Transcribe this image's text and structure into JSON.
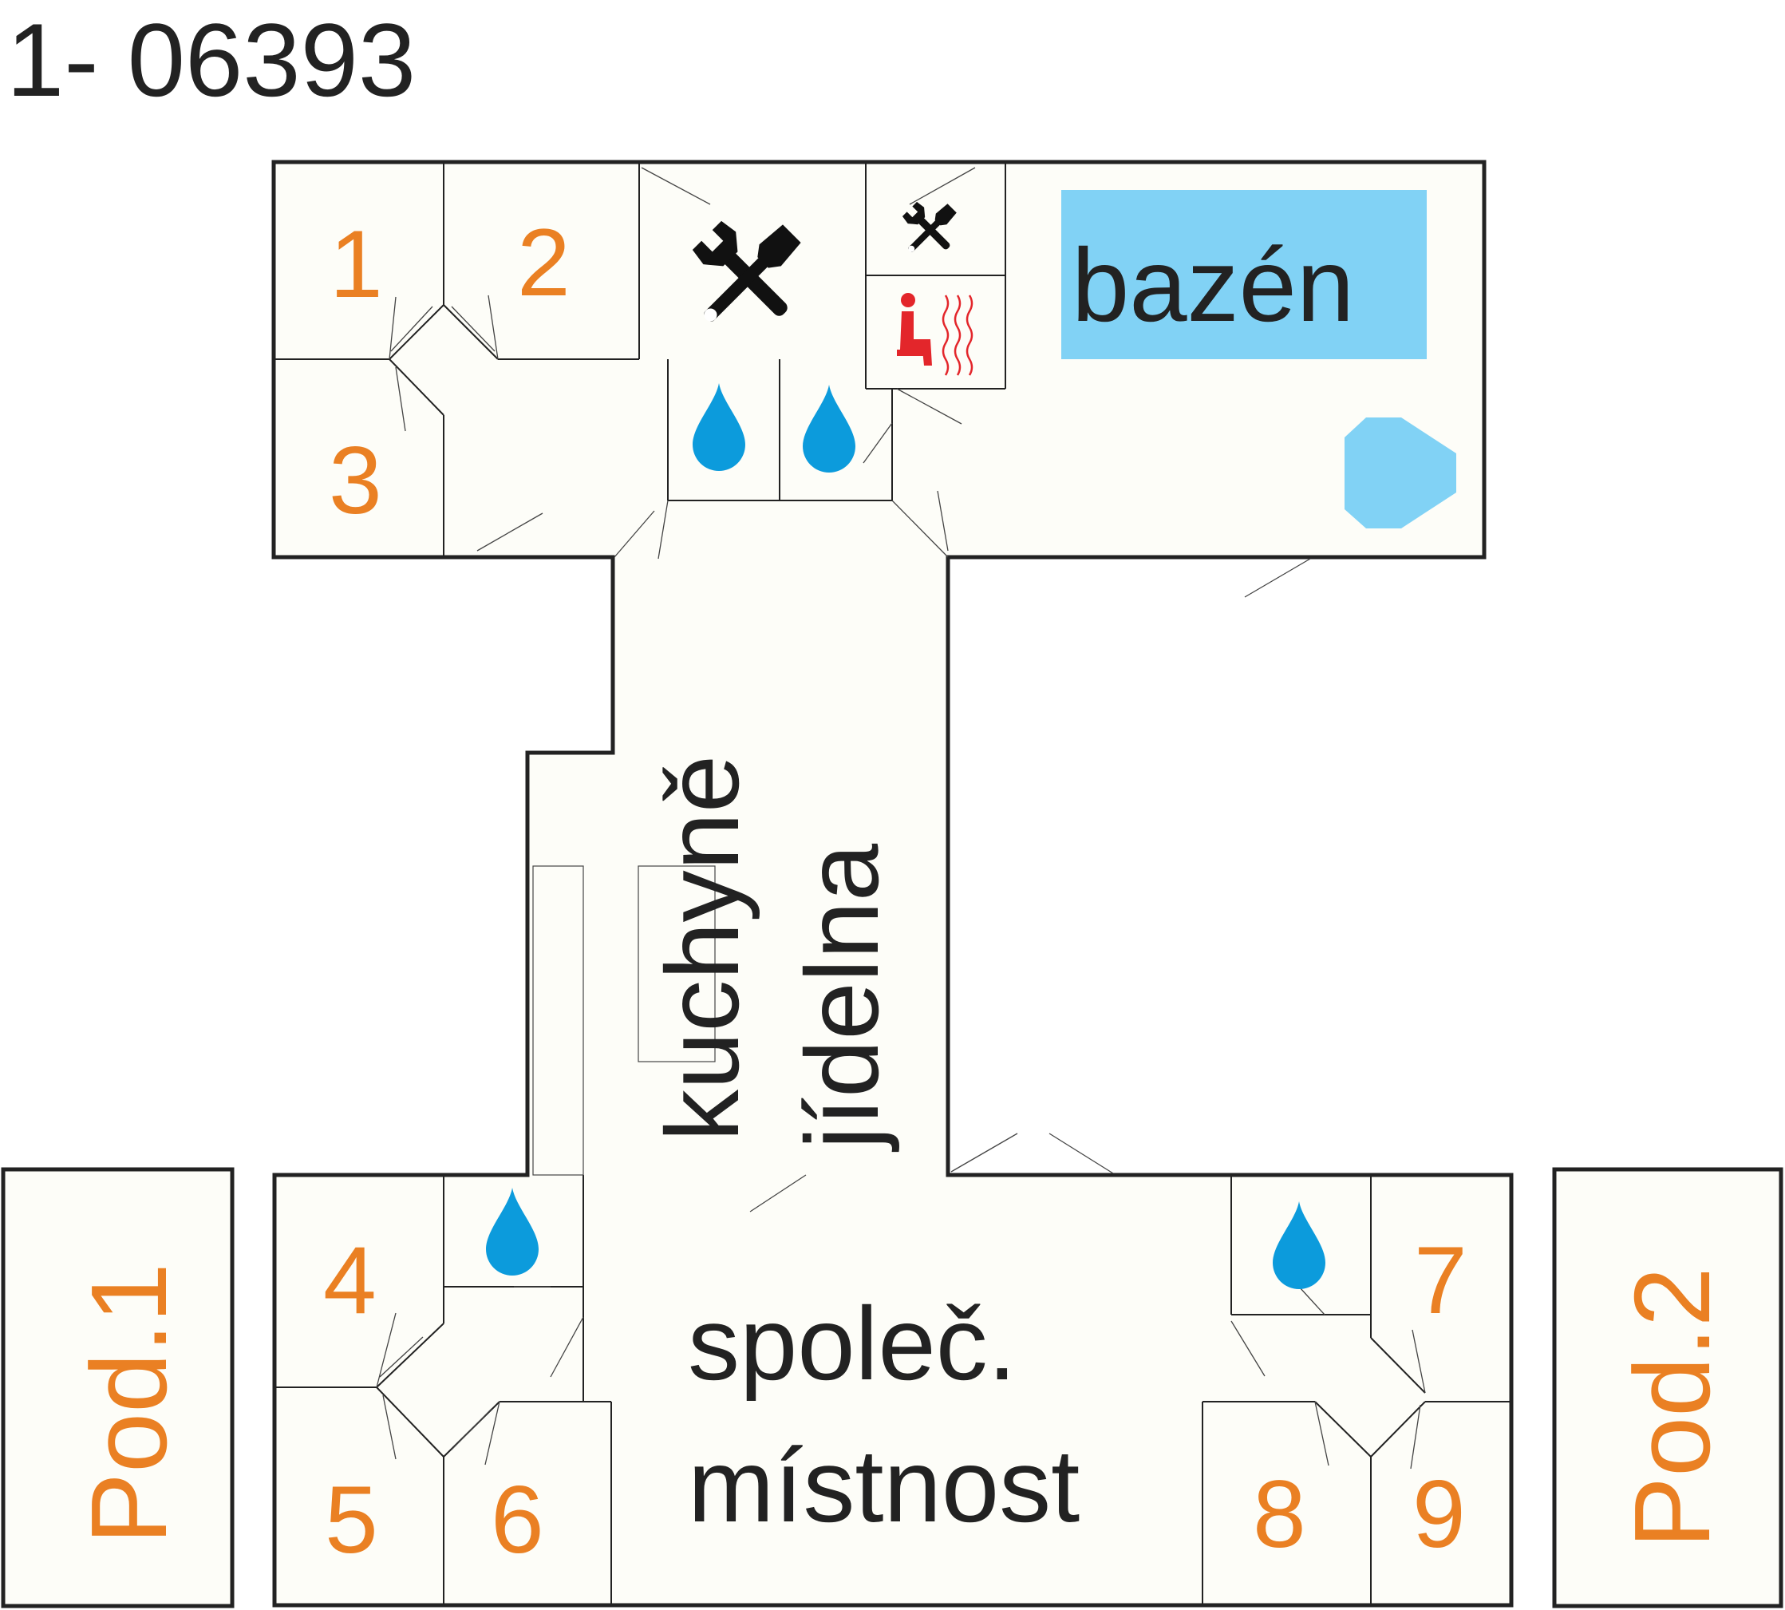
{
  "title": "1- 06393",
  "rooms": {
    "r1": "1",
    "r2": "2",
    "r3": "3",
    "r4": "4",
    "r5": "5",
    "r6": "6",
    "r7": "7",
    "r8": "8",
    "r9": "9"
  },
  "labels": {
    "pool": "bazén",
    "kitchen": "kuchyně",
    "dining": "jídelna",
    "common_line1": "společ.",
    "common_line2": "místnost",
    "pod1": "Pod.1",
    "pod2": "Pod.2"
  },
  "icons": [
    "tools-icon",
    "tools-small-icon",
    "sauna-icon",
    "water-drop-icon",
    "pool-octagon-icon"
  ],
  "colors": {
    "room_numbers": "#ea8023",
    "pool_label_bg": "#81d2f5",
    "water_drop": "#0c9bdc",
    "sauna": "#e3262b",
    "walls": "#222222"
  }
}
